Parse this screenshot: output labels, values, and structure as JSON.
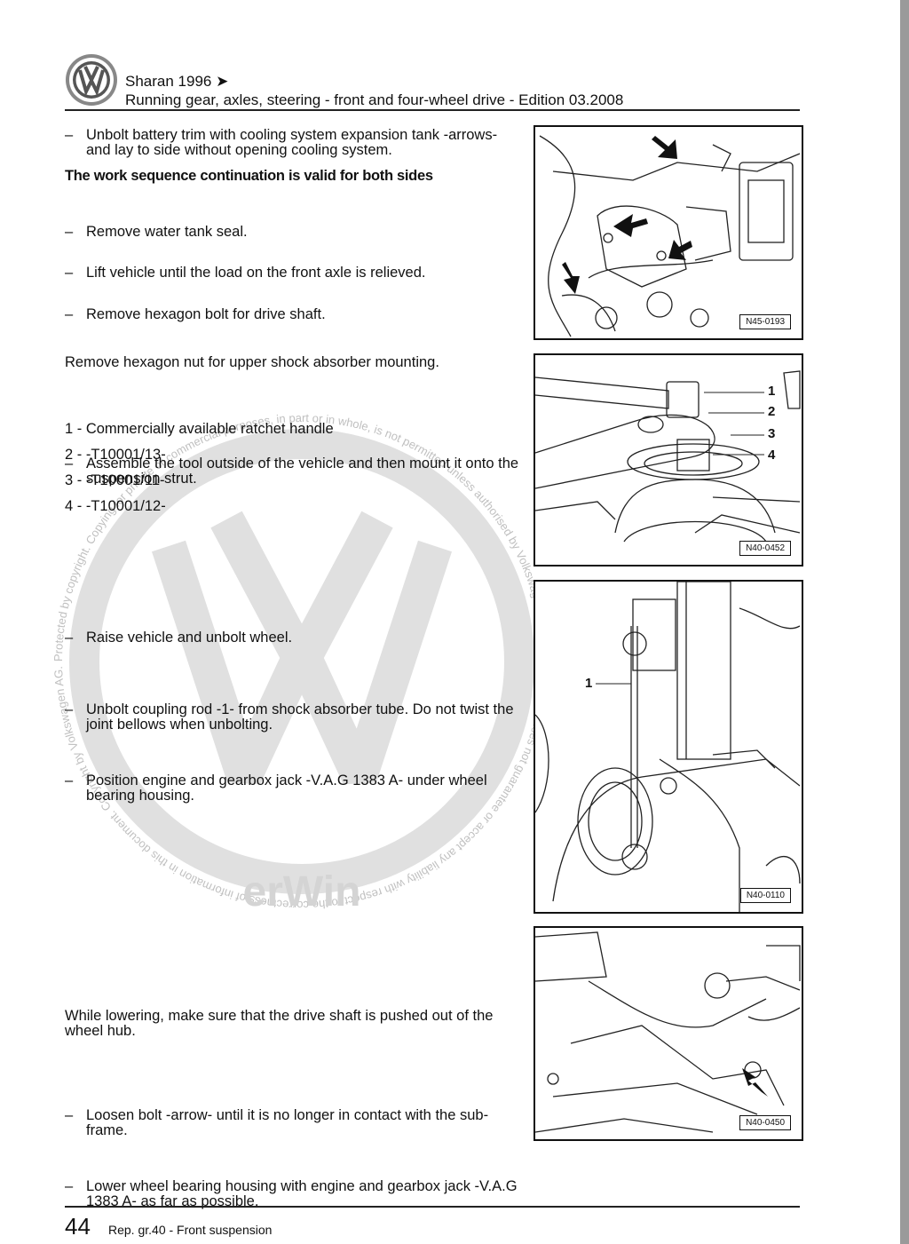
{
  "header": {
    "model": "Sharan 1996 ➤",
    "manual_title": "Running gear, axles, steering - front and four-wheel drive - Edition 03.2008"
  },
  "blocks": {
    "s1": "Unbolt battery trim with cooling system expansion tank -arrows- and lay to side without opening cooling system.",
    "note": "The work sequence continuation is valid for both sides",
    "s2": "Remove water tank seal.",
    "s3": "Lift vehicle until the load on the front axle is relieved.",
    "s4": "Remove hexagon bolt for drive shaft.",
    "p1": "Remove hexagon nut for upper shock absorber mounting.",
    "s5": "Assemble the tool outside of the vehicle and then mount it onto the suspension strut.",
    "l1": "1 - Commercially available ratchet handle",
    "l2": "2 - -T10001/13-",
    "l3": "3 - -T10001/11-",
    "l4": "4 - -T10001/12-",
    "s6": "Raise vehicle and unbolt wheel.",
    "s7": "Unbolt coupling rod -1- from shock absorber tube. Do not twist the joint bellows when unbolting.",
    "s8": "Position engine and gearbox jack -V.A.G 1383 A- under wheel bearing housing.",
    "s9": "Loosen bolt -arrow- until it is no longer in contact with the sub-frame.",
    "s10": "Lower wheel bearing housing with engine and gearbox jack -V.A.G 1383 A- as far as possible.",
    "p2": "While lowering, make sure that the drive shaft is pushed out of the wheel hub."
  },
  "dash": "–",
  "figures": {
    "f1": {
      "label": "N45-0193"
    },
    "f2": {
      "label": "N40-0452",
      "callouts": [
        "1",
        "2",
        "3",
        "4"
      ]
    },
    "f3": {
      "label": "N40-0110",
      "callouts": [
        "1"
      ]
    },
    "f4": {
      "label": "N40-0450"
    }
  },
  "watermark": {
    "text": "Protected by copyright. Copying for private or commercial purposes, in part or in whole, is not permitted unless authorised by Volkswagen AG. Volkswagen AG does not guarantee or accept any liability with respect to the correctness of information in this document. Copyright by Volkswagen AG.",
    "brand": "erWin"
  },
  "footer": {
    "page_number": "44",
    "section": "Rep. gr.40 - Front suspension"
  },
  "colors": {
    "rule": "#222222",
    "watermark": "#d0d0d0",
    "text": "#111111"
  },
  "icons": {
    "logo": "vw-logo-icon",
    "arrow": "arrow-pointer-icon"
  }
}
